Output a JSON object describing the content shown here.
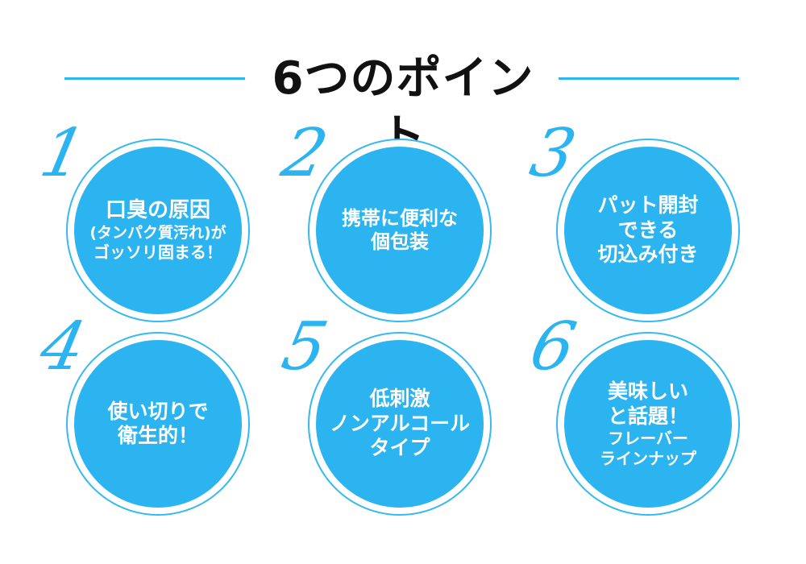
{
  "title": "6つのポイント",
  "colors": {
    "accent": "#2cb4f1",
    "ring": "#35b9f0",
    "title_text": "#111111",
    "circle_text": "#ffffff"
  },
  "points": [
    {
      "number": "1",
      "lines": [
        "口臭の原因",
        "(タンパク質汚れ)が",
        "ゴッソリ固まる！"
      ]
    },
    {
      "number": "2",
      "lines": [
        "携帯に便利な",
        "個包装"
      ]
    },
    {
      "number": "3",
      "lines": [
        "パット開封",
        "できる",
        "切込み付き"
      ]
    },
    {
      "number": "4",
      "lines": [
        "使い切りで",
        "衛生的！"
      ]
    },
    {
      "number": "5",
      "lines": [
        "低刺激",
        "ノンアルコール",
        "タイプ"
      ]
    },
    {
      "number": "6",
      "lines": [
        "美味しい",
        "と話題！",
        "フレーバー",
        "ラインナップ"
      ]
    }
  ]
}
